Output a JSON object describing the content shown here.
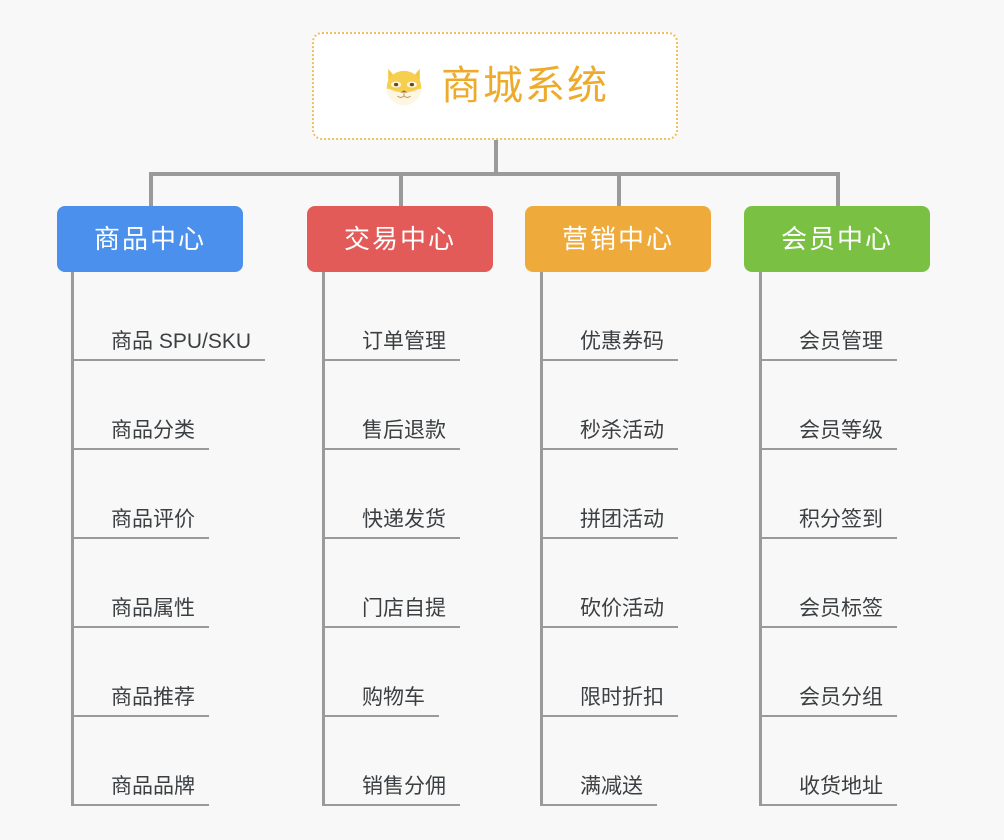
{
  "page": {
    "background_color": "#f8f8f8",
    "line_color": "#9a9a9a",
    "leaf_text_color": "#3c3f41"
  },
  "root": {
    "title": "商城系统",
    "icon": "shiba-dog-face-icon",
    "text_color": "#eeab2b",
    "border_color": "#f0c060",
    "background_color": "#ffffff"
  },
  "columns": [
    {
      "header": "商品中心",
      "color": "#4a90ec",
      "items": [
        "商品 SPU/SKU",
        "商品分类",
        "商品评价",
        "商品属性",
        "商品推荐",
        "商品品牌"
      ]
    },
    {
      "header": "交易中心",
      "color": "#e25b59",
      "items": [
        "订单管理",
        "售后退款",
        "快递发货",
        "门店自提",
        "购物车",
        "销售分佣"
      ]
    },
    {
      "header": "营销中心",
      "color": "#eeab3c",
      "items": [
        "优惠券码",
        "秒杀活动",
        "拼团活动",
        "砍价活动",
        "限时折扣",
        "满减送"
      ]
    },
    {
      "header": "会员中心",
      "color": "#7ac143",
      "items": [
        "会员管理",
        "会员等级",
        "积分签到",
        "会员标签",
        "会员分组",
        "收货地址"
      ]
    }
  ]
}
